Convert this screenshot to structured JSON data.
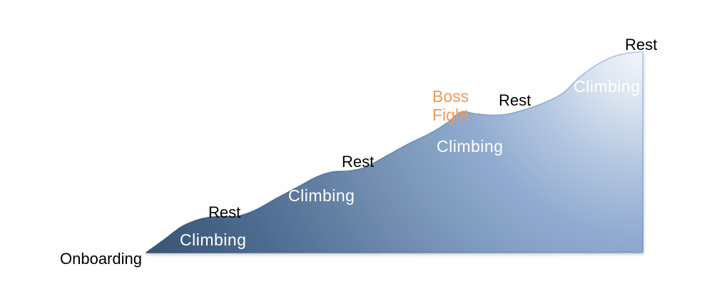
{
  "diagram": {
    "onboarding_label": "Onboarding",
    "stages": [
      {
        "text": "Climbing",
        "kind": "climb"
      },
      {
        "text": "Rest",
        "kind": "rest"
      },
      {
        "text": "Climbing",
        "kind": "climb"
      },
      {
        "text": "Rest",
        "kind": "rest"
      },
      {
        "text": "Climbing",
        "kind": "climb"
      },
      {
        "text": "Boss Fight",
        "kind": "boss"
      },
      {
        "text": "Rest",
        "kind": "rest"
      },
      {
        "text": "Climbing",
        "kind": "climb"
      },
      {
        "text": "Rest",
        "kind": "rest"
      }
    ]
  },
  "colors": {
    "background": "#ffffff",
    "curve_fill_light": "#f2f5fa",
    "curve_fill_mid": "#8fabd0",
    "curve_fill_dark": "#3a5575",
    "curve_outline_light": "#b6cbe7",
    "curve_outline_dark": "#37526f",
    "label_black": "#000000",
    "label_white": "#ffffff",
    "boss_fight_orange": "#EC9A58"
  }
}
